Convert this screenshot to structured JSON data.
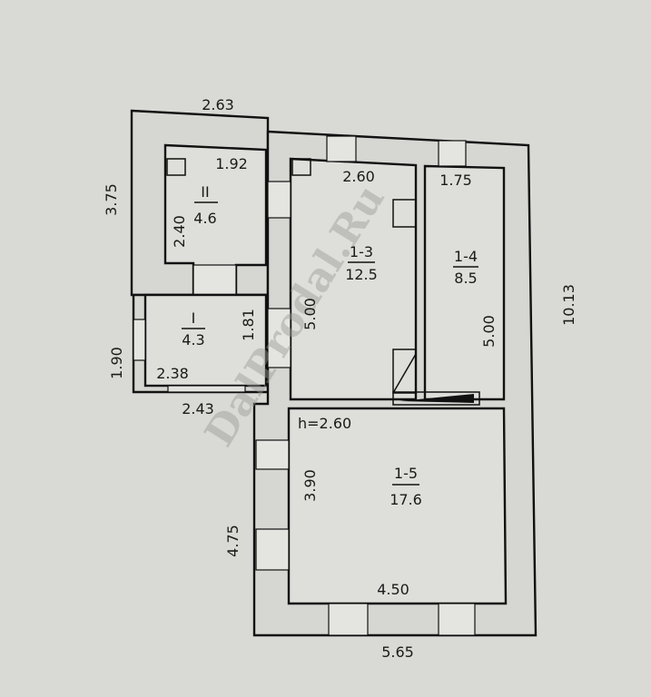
{
  "plan": {
    "watermark": "DalProdal.Ru",
    "ceiling_height": "h=2.60",
    "rooms": [
      {
        "id": "II",
        "area": "4.6"
      },
      {
        "id": "I",
        "area": "4.3"
      },
      {
        "id": "1-3",
        "area": "12.5"
      },
      {
        "id": "1-4",
        "area": "8.5"
      },
      {
        "id": "1-5",
        "area": "17.6"
      }
    ],
    "dimensions": {
      "top_annex": "2.63",
      "left_annex": "3.75",
      "room_ii_width": "1.92",
      "room_ii_height": "2.40",
      "room_13_width": "2.60",
      "room_14_width": "1.75",
      "right_total": "10.13",
      "room_13_height": "5.00",
      "room_14_height": "5.00",
      "room_i_height": "1.81",
      "room_i_outer_height": "1.90",
      "room_i_width": "2.38",
      "room_i_outer_width": "2.43",
      "room_15_height": "3.90",
      "left_lower": "4.75",
      "room_15_width": "4.50",
      "bottom_total": "5.65"
    }
  }
}
